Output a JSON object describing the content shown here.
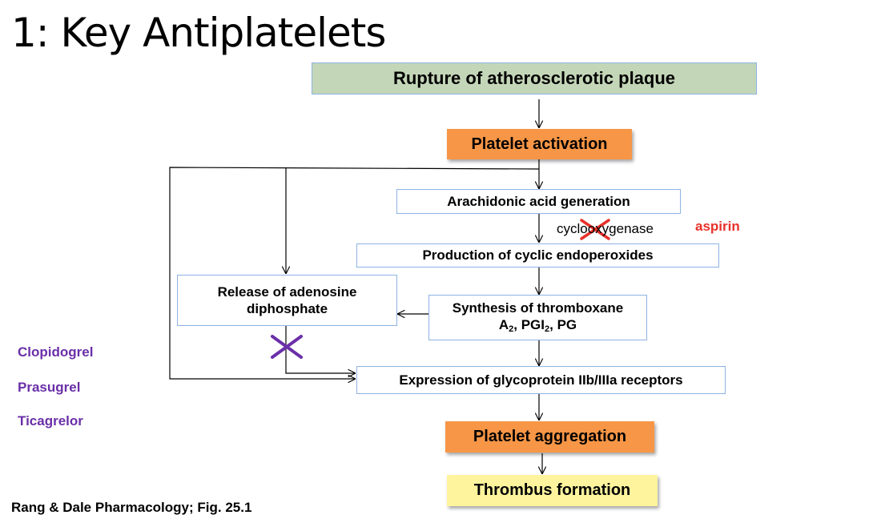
{
  "slide": {
    "title": "1: Key Antiplatelets",
    "reference": "Rang & Dale Pharmacology; Fig.  25.1"
  },
  "nodes": {
    "rupture": "Rupture of atherosclerotic plaque",
    "activation": "Platelet activation",
    "arachidonic": "Arachidonic acid generation",
    "endoperoxides": "Production of cyclic endoperoxides",
    "adp_line1": "Release of adenosine",
    "adp_line2": "diphosphate",
    "thromboxane_line1": "Synthesis of thromboxane",
    "thromboxane_line2_a": "A",
    "thromboxane_line2_sub1": "2",
    "thromboxane_line2_b": ", PGI",
    "thromboxane_line2_sub2": "2",
    "thromboxane_line2_c": ", PG",
    "glycoprotein": "Expression of glycoprotein IIb/IIIa receptors",
    "aggregation": "Platelet aggregation",
    "thrombus": "Thrombus formation"
  },
  "enzyme": {
    "label": "cyclooxygenase",
    "inhibitor": "aspirin"
  },
  "adp_inhibitors": [
    "Clopidogrel",
    "Prasugrel",
    "Ticagrelor"
  ],
  "colors": {
    "green_box": "#c4d6b8",
    "orange_box": "#f79646",
    "yellow_box": "#fdf49d",
    "box_border": "#8db3e2",
    "aspirin_red": "#e8312a",
    "drug_purple": "#6a2fa8"
  }
}
